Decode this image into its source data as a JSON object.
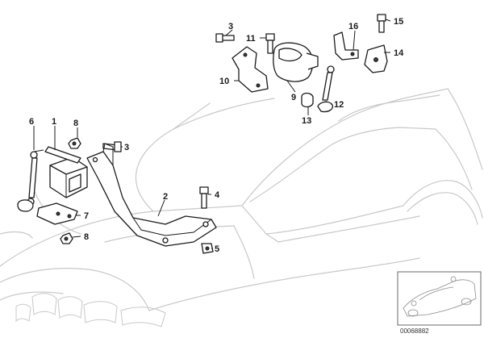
{
  "diagram": {
    "part_numbers": [
      "1",
      "2",
      "3",
      "3",
      "4",
      "5",
      "6",
      "7",
      "8",
      "8",
      "9",
      "10",
      "11",
      "12",
      "13",
      "14",
      "15",
      "16"
    ],
    "doc_number": "00068882"
  }
}
